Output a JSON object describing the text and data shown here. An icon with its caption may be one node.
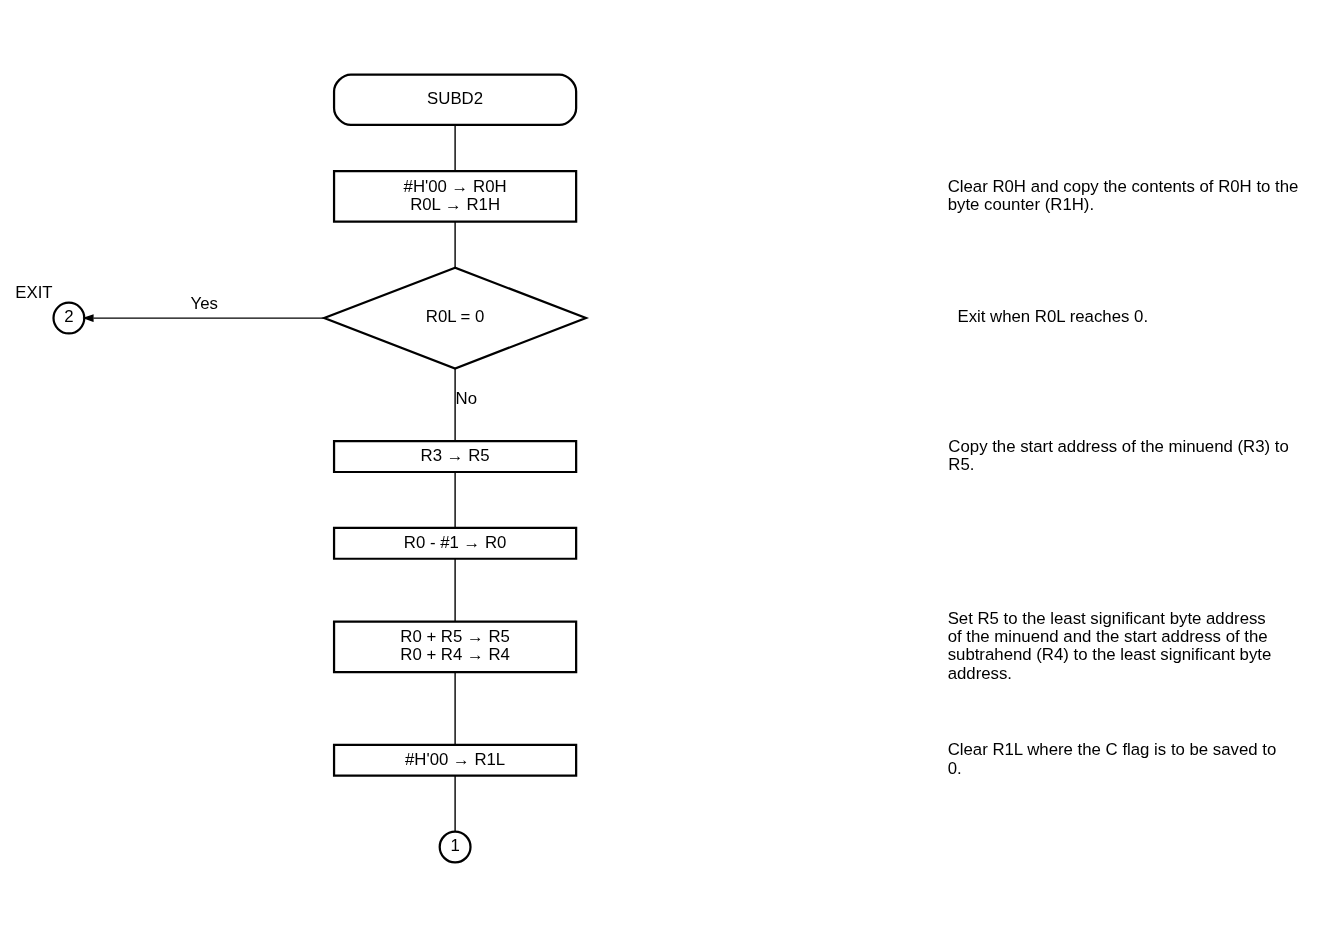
{
  "diagram": {
    "nodes": [
      {
        "text": [
          "SUBD2"
        ]
      },
      {
        "text": [
          "#H'00 → R0H",
          "R0L → R1H"
        ]
      },
      {
        "text": [
          "R0L = 0"
        ]
      },
      {
        "text": [
          "2"
        ],
        "beside": [
          "EXIT"
        ]
      },
      {
        "text": [
          "R3 → R5"
        ]
      },
      {
        "text": [
          "R0 - #1 → R0"
        ]
      },
      {
        "text": [
          "R0 + R5 → R5",
          "R0 + R4 → R4"
        ]
      },
      {
        "text": [
          "#H'00 → R1L"
        ]
      },
      {
        "text": [
          "1"
        ]
      }
    ],
    "edges": [
      {
        "from": 0,
        "to": 1,
        "arrow": "none"
      },
      {
        "from": 1,
        "to": 2,
        "arrow": "none"
      },
      {
        "from": 2,
        "to": 3,
        "arrow": "to",
        "label": "Yes"
      },
      {
        "from": 2,
        "to": 4,
        "arrow": "none",
        "label": "No"
      },
      {
        "from": 4,
        "to": 5,
        "arrow": "none"
      },
      {
        "from": 5,
        "to": 6,
        "arrow": "none"
      },
      {
        "from": 6,
        "to": 7,
        "arrow": "none"
      },
      {
        "from": 7,
        "to": 8,
        "arrow": "none"
      }
    ],
    "labels": [
      "Clear R0H and copy the contents of R0H to the byte counter (R1H).",
      "Exit when R0L reaches 0.",
      "Copy the start address of the minuend (R3) to R5.",
      "Set R5 to the least significant byte address of the minuend and the start address of the subtrahend (R4) to the least significant byte address.",
      "Clear R1L where the C flag is to be saved to 0."
    ]
  }
}
